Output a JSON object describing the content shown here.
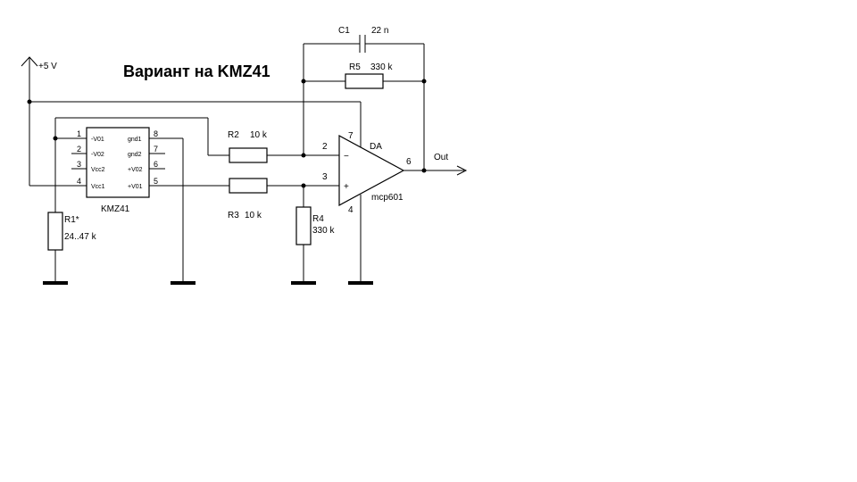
{
  "title": "Вариант на KMZ41",
  "supply": "+5 V",
  "output": "Out",
  "opamp": {
    "ref": "DA",
    "part": "mcp601",
    "pins": {
      "inv": "2",
      "noninv": "3",
      "v_plus": "7",
      "gnd": "4",
      "out": "6"
    },
    "minus_sign": "−",
    "plus_sign": "+"
  },
  "sensor": {
    "name": "KMZ41",
    "left_pins": [
      {
        "num": "1",
        "label": "-V01"
      },
      {
        "num": "2",
        "label": "-V02"
      },
      {
        "num": "3",
        "label": "Vcc2"
      },
      {
        "num": "4",
        "label": "Vcc1"
      }
    ],
    "right_pins": [
      {
        "num": "8",
        "label": "gnd1"
      },
      {
        "num": "7",
        "label": "gnd2"
      },
      {
        "num": "6",
        "label": "+V02"
      },
      {
        "num": "5",
        "label": "+V01"
      }
    ]
  },
  "components": {
    "r1": {
      "ref": "R1*",
      "value": "24..47 k"
    },
    "r2": {
      "ref": "R2",
      "value": "10 k"
    },
    "r3": {
      "ref": "R3",
      "value": "10 k"
    },
    "r4": {
      "ref": "R4",
      "value": "330 k"
    },
    "r5": {
      "ref": "R5",
      "value": "330 k"
    },
    "c1": {
      "ref": "C1",
      "value": "22 n"
    }
  }
}
